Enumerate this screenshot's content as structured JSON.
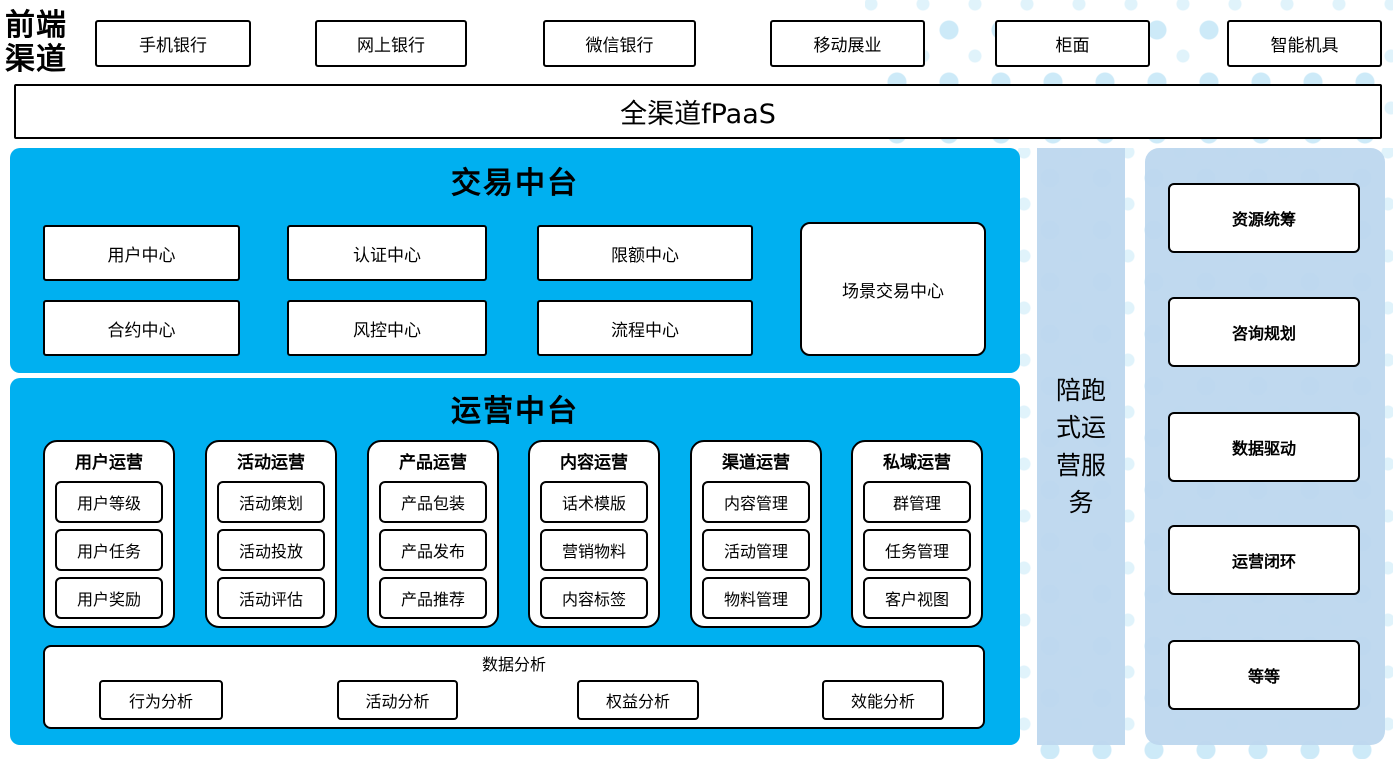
{
  "front_channels": {
    "label": "前端渠道",
    "items": [
      "手机银行",
      "网上银行",
      "微信银行",
      "移动展业",
      "柜面",
      "智能机具"
    ]
  },
  "fpaas_bar": {
    "label": "全渠道fPaaS"
  },
  "trade_platform": {
    "title": "交易中台",
    "row1": [
      "用户中心",
      "认证中心",
      "限额中心"
    ],
    "row2": [
      "合约中心",
      "风控中心",
      "流程中心"
    ],
    "side_box": "场景交易中心"
  },
  "operation_platform": {
    "title": "运营中台",
    "columns": [
      {
        "header": "用户运营",
        "items": [
          "用户等级",
          "用户任务",
          "用户奖励"
        ]
      },
      {
        "header": "活动运营",
        "items": [
          "活动策划",
          "活动投放",
          "活动评估"
        ]
      },
      {
        "header": "产品运营",
        "items": [
          "产品包装",
          "产品发布",
          "产品推荐"
        ]
      },
      {
        "header": "内容运营",
        "items": [
          "话术模版",
          "营销物料",
          "内容标签"
        ]
      },
      {
        "header": "渠道运营",
        "items": [
          "内容管理",
          "活动管理",
          "物料管理"
        ]
      },
      {
        "header": "私域运营",
        "items": [
          "群管理",
          "任务管理",
          "客户视图"
        ]
      }
    ],
    "data_analysis": {
      "title": "数据分析",
      "items": [
        "行为分析",
        "活动分析",
        "权益分析",
        "效能分析"
      ]
    }
  },
  "service_band": {
    "label": "陪跑式运营服务"
  },
  "right_panel": {
    "items": [
      "资源统筹",
      "咨询规划",
      "数据驱动",
      "运营闭环",
      "等等"
    ]
  },
  "colors": {
    "primary_blue": "#00b0f0",
    "light_blue": "#bdd7ee",
    "dot_blue": "#cdeaf8",
    "box_border": "#000000"
  }
}
